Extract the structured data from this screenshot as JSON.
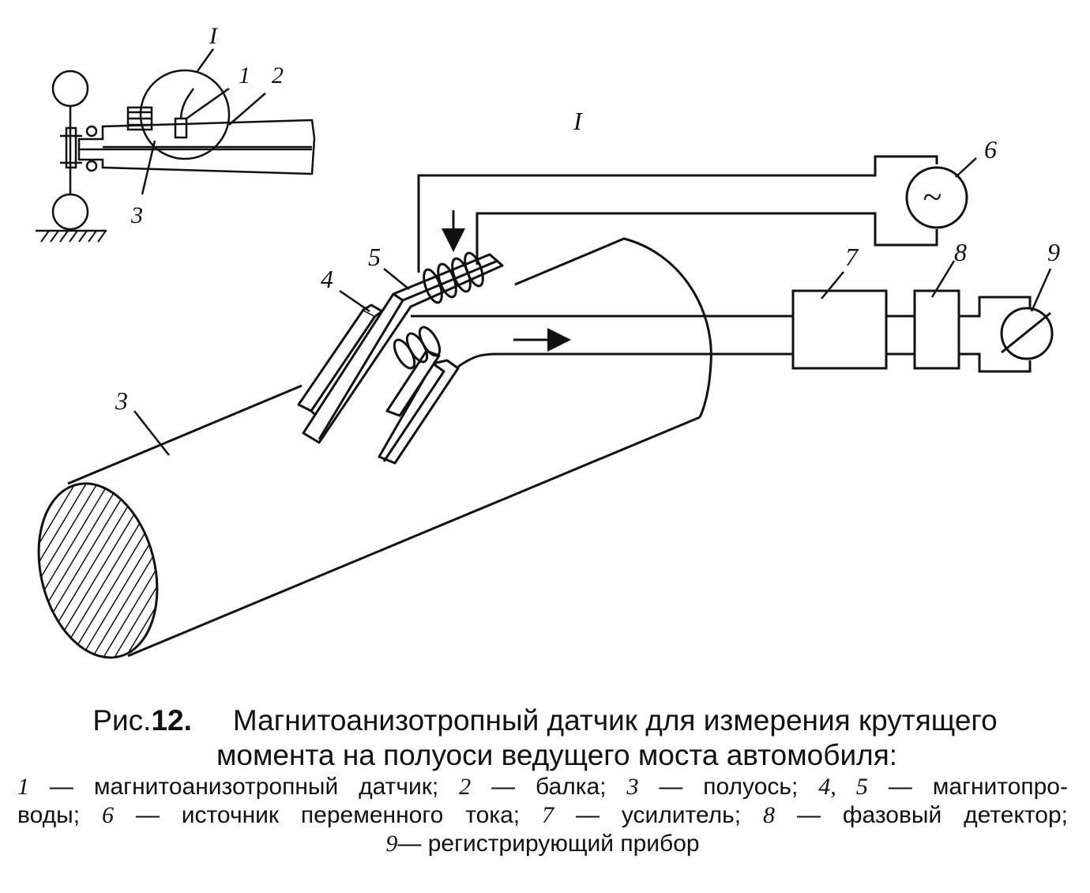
{
  "labels": {
    "inset_I": "I",
    "inset_1": "1",
    "inset_2": "2",
    "inset_3": "3",
    "main_I": "I",
    "n3": "3",
    "n4": "4",
    "n5": "5",
    "n6": "6",
    "n7": "7",
    "n8": "8",
    "n9": "9",
    "tilde": "~"
  },
  "caption": {
    "fig_prefix": "Рис.",
    "fig_number": "12.",
    "title_line1": "Магнитоанизотропный датчик для измерения крутящего",
    "title_line2": "момента на полуоси ведущего моста автомобиля:",
    "legend_line1": {
      "n1": "1",
      "t1": " — магнитоанизотропный датчик; ",
      "n2": "2",
      "t2": " — балка; ",
      "n3": "3",
      "t3": " — полуось; ",
      "n45": "4, 5",
      "t45": " — магнитопро-"
    },
    "legend_line2": {
      "t0": "воды; ",
      "n6": "6",
      "t6": " — источник переменного тока; ",
      "n7": "7",
      "t7": " — усилитель; ",
      "n8": "8",
      "t8": " — фазовый детектор;"
    },
    "legend_line3": {
      "n9": "9",
      "t9": "— регистрирующий прибор"
    }
  }
}
